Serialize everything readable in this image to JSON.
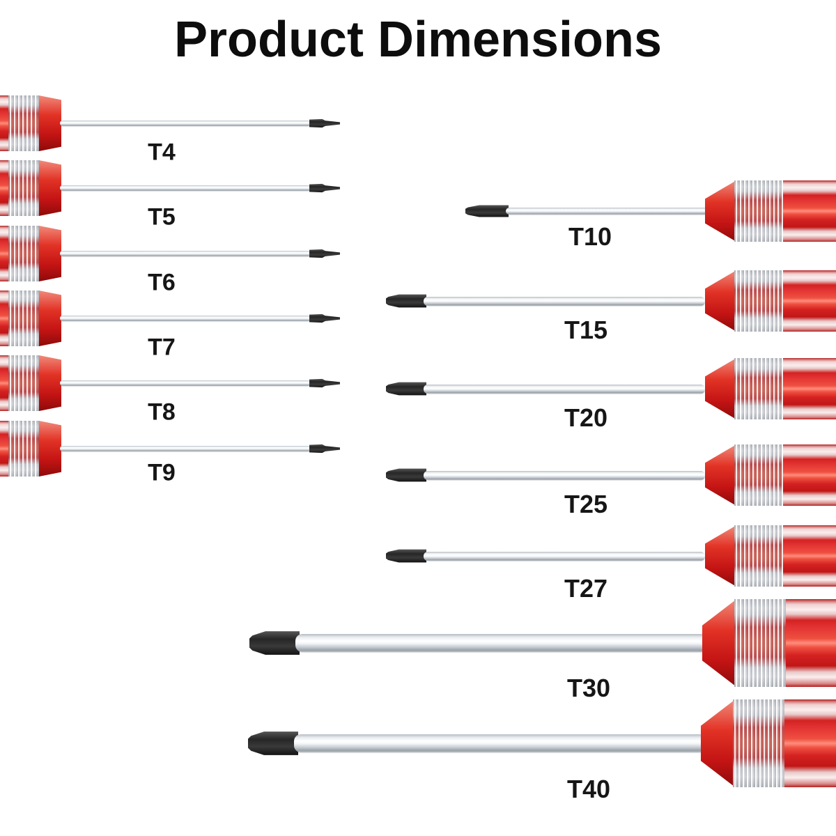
{
  "title": "Product Dimensions",
  "colors": {
    "background": "#ffffff",
    "text": "#161616",
    "handle_red": "#e23333",
    "handle_red_dark": "#b42020",
    "collar_silver": "#e2e4e8",
    "shaft_silver": "#d9dde2",
    "tip_dark": "#262626"
  },
  "drivers": {
    "left": [
      {
        "label": "T4"
      },
      {
        "label": "T5"
      },
      {
        "label": "T6"
      },
      {
        "label": "T7"
      },
      {
        "label": "T8"
      },
      {
        "label": "T9"
      }
    ],
    "right": [
      {
        "label": "T10"
      },
      {
        "label": "T15"
      },
      {
        "label": "T20"
      },
      {
        "label": "T25"
      },
      {
        "label": "T27"
      }
    ],
    "bottom": [
      {
        "label": "T30"
      },
      {
        "label": "T40"
      }
    ]
  }
}
